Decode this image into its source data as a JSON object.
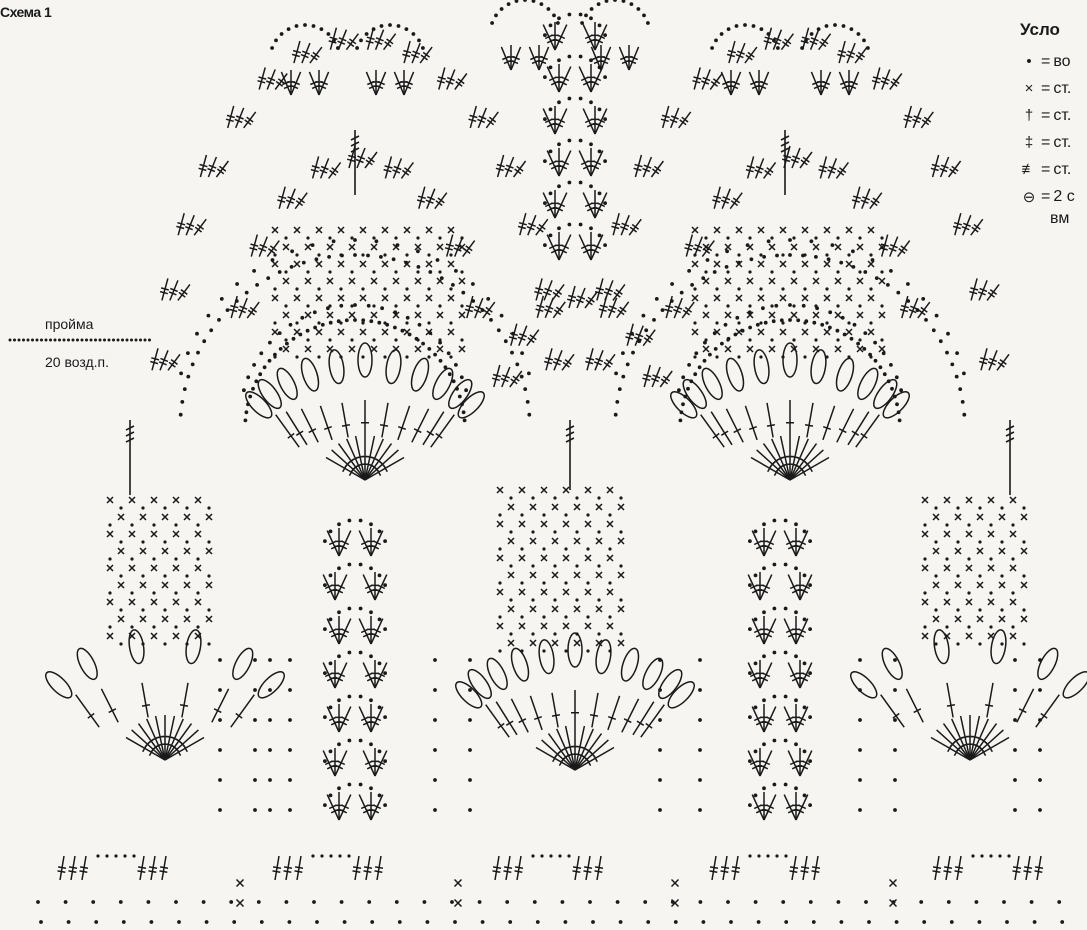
{
  "title": "Схема 1",
  "armhole": {
    "label": "пройма",
    "count": "20 возд.п."
  },
  "legend": {
    "title": "Усло",
    "items": [
      {
        "symbol": "•",
        "icon": "chain-stitch-dot-icon",
        "text": "во"
      },
      {
        "symbol": "×",
        "icon": "single-crochet-cross-icon",
        "text": "ст."
      },
      {
        "symbol": "†",
        "icon": "half-double-crochet-icon",
        "text": "ст."
      },
      {
        "symbol": "‡",
        "icon": "double-crochet-icon",
        "text": "ст."
      },
      {
        "symbol": "≢",
        "icon": "treble-crochet-icon",
        "text": "ст."
      },
      {
        "symbol": "⊖",
        "icon": "two-stitches-together-icon",
        "text": "2 с",
        "subtext": "вм"
      }
    ]
  },
  "colors": {
    "ink": "#1a1a1a",
    "paper": "#f6f5f2"
  }
}
